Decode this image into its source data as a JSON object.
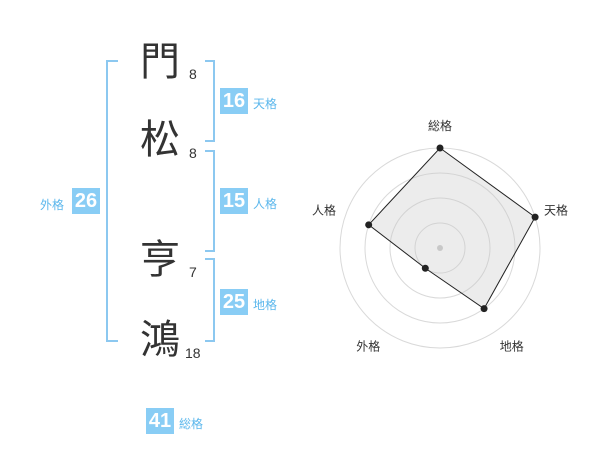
{
  "name": {
    "chars": [
      {
        "char": "門",
        "strokes": "8"
      },
      {
        "char": "松",
        "strokes": "8"
      },
      {
        "char": "亨",
        "strokes": "7"
      },
      {
        "char": "鴻",
        "strokes": "18"
      }
    ]
  },
  "kaku": {
    "tenkaku": {
      "value": "16",
      "label": "天格"
    },
    "jinkaku": {
      "value": "15",
      "label": "人格"
    },
    "chikaku": {
      "value": "25",
      "label": "地格"
    },
    "gaikaku": {
      "value": "26",
      "label": "外格"
    },
    "soukaku": {
      "value": "41",
      "label": "総格"
    }
  },
  "chart_data": {
    "type": "radar",
    "axes": [
      "総格",
      "天格",
      "地格",
      "外格",
      "人格"
    ],
    "values": [
      4,
      4,
      3,
      1,
      3
    ],
    "range": [
      0,
      4
    ],
    "rings": 4
  }
}
